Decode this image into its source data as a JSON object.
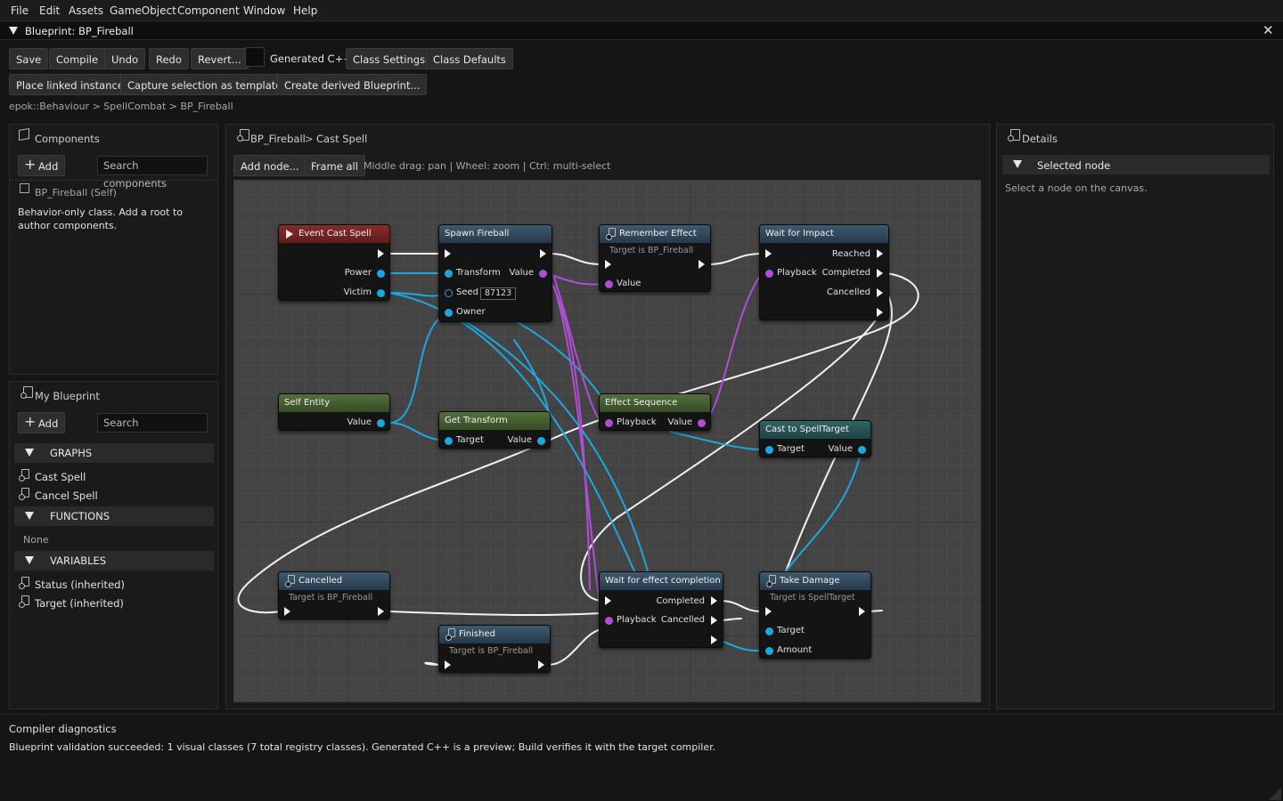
{
  "menu": [
    "File",
    "Edit",
    "Assets",
    "GameObject",
    "Component",
    "Window",
    "Help"
  ],
  "window_title": "Blueprint: BP_Fireball",
  "toolbar": {
    "save": "Save",
    "compile": "Compile",
    "undo": "Undo",
    "redo": "Redo",
    "revert": "Revert...",
    "generated_cpp": "Generated C++",
    "class_settings": "Class Settings",
    "class_defaults": "Class Defaults",
    "place_linked": "Place linked instance",
    "capture_template": "Capture selection as template...",
    "create_derived": "Create derived Blueprint..."
  },
  "breadcrumb": "epok::Behaviour > SpellCombat > BP_Fireball",
  "components": {
    "title": "Components",
    "add": "Add",
    "search_placeholder": "Search components",
    "self_item": "BP_Fireball (Self)",
    "note": "Behavior-only class. Add a root to author components."
  },
  "my_blueprint": {
    "title": "My Blueprint",
    "add": "Add",
    "search_placeholder": "Search",
    "graphs_header": "GRAPHS",
    "graphs": [
      "Cast Spell",
      "Cancel Spell"
    ],
    "functions_header": "FUNCTIONS",
    "functions_empty": "None",
    "variables_header": "VARIABLES",
    "variables": [
      "Status (inherited)",
      "Target (inherited)"
    ]
  },
  "graph": {
    "crumb_root": "BP_Fireball",
    "crumb_sep": ">",
    "crumb_graph": "Cast Spell",
    "add_node": "Add node...",
    "frame_all": "Frame all",
    "hint": "Middle drag: pan | Wheel: zoom | Ctrl: multi-select"
  },
  "nodes": {
    "event_cast": {
      "title": "Event Cast Spell",
      "power": "Power",
      "victim": "Victim"
    },
    "spawn": {
      "title": "Spawn Fireball",
      "transform": "Transform",
      "value": "Value",
      "seed": "Seed",
      "seed_value": "87123",
      "owner": "Owner"
    },
    "remember": {
      "title": "Remember Effect",
      "sub": "Target is BP_Fireball",
      "value": "Value"
    },
    "wait_impact": {
      "title": "Wait for Impact",
      "reached": "Reached",
      "playback": "Playback",
      "completed": "Completed",
      "cancelled": "Cancelled"
    },
    "self_entity": {
      "title": "Self Entity",
      "value": "Value"
    },
    "get_transform": {
      "title": "Get Transform",
      "target": "Target",
      "value": "Value"
    },
    "effect_seq": {
      "title": "Effect Sequence",
      "playback": "Playback",
      "value": "Value"
    },
    "cast_target": {
      "title": "Cast to SpellTarget",
      "target": "Target",
      "value": "Value"
    },
    "cancelled": {
      "title": "Cancelled",
      "sub": "Target is BP_Fireball"
    },
    "wait_effect": {
      "title": "Wait for effect completion",
      "completed": "Completed",
      "playback": "Playback",
      "cancelled": "Cancelled"
    },
    "take_damage": {
      "title": "Take Damage",
      "sub": "Target is SpellTarget",
      "target": "Target",
      "amount": "Amount"
    },
    "finished": {
      "title": "Finished",
      "sub": "Target is BP_Fireball"
    }
  },
  "details": {
    "title": "Details",
    "section": "Selected node",
    "hint": "Select a node on the canvas."
  },
  "diagnostics": {
    "title": "Compiler diagnostics",
    "message": "Blueprint validation succeeded: 1 visual classes (7 total registry classes). Generated C++ is a preview; Build verifies it with the target compiler."
  },
  "colors": {
    "exec": "#f2f2f2",
    "object_pin": "#1ba8e0",
    "playback_pin": "#b04fd6"
  }
}
